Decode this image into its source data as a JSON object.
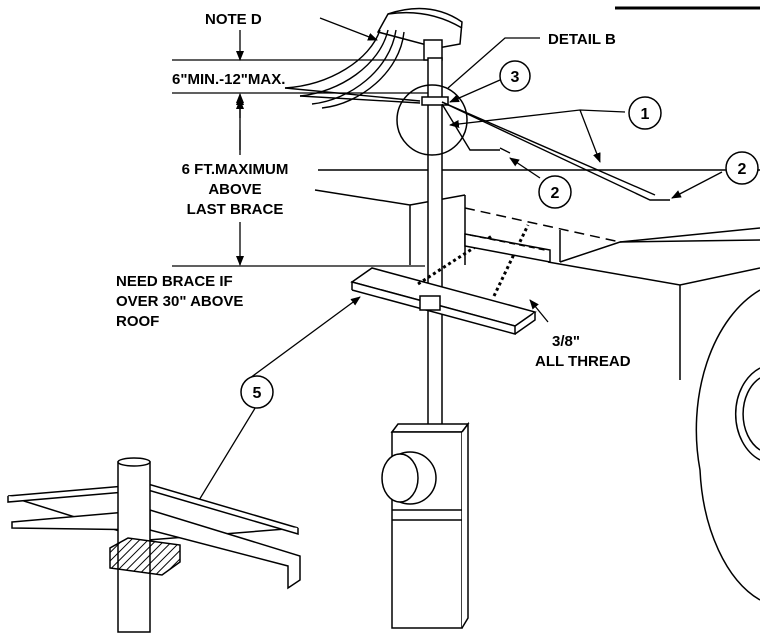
{
  "labels": {
    "note_d": "NOTE D",
    "detail_b": "DETAIL B",
    "min_max": "6\"MIN.-12\"MAX.",
    "six_ft_line1": "6 FT.MAXIMUM",
    "six_ft_line2": "ABOVE",
    "six_ft_line3": "LAST BRACE",
    "need_brace_line1": "NEED BRACE IF",
    "need_brace_line2": "OVER 30\" ABOVE",
    "need_brace_line3": "ROOF",
    "all_thread_line1": "3/8\"",
    "all_thread_line2": "ALL THREAD"
  },
  "callouts": {
    "c1": "1",
    "c2a": "2",
    "c2b": "2",
    "c3": "3",
    "c5": "5"
  },
  "colors": {
    "line": "#000000",
    "background": "#ffffff",
    "hatch": "#444444"
  }
}
